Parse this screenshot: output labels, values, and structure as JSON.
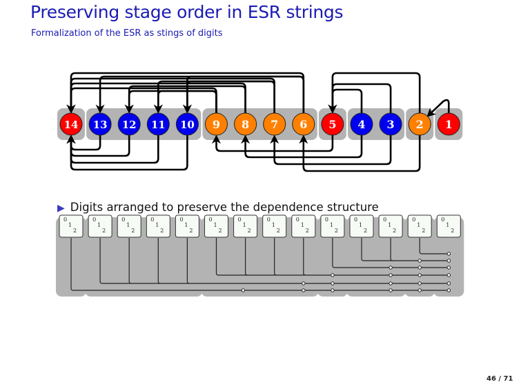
{
  "slide": {
    "title": "Preserving stage order in ESR strings",
    "subtitle": "Formalization of the ESR as stings of digits",
    "bullet": "Digits arranged to preserve the dependence structure",
    "bullet_icon": "triangle-right-icon",
    "page": "46 / 71"
  },
  "colors": {
    "title": "#1a1ab3",
    "red": "#ff0000",
    "blue": "#0000ee",
    "orange": "#ff8000",
    "group_bg": "#b3b3b3",
    "digit_box_bg": "#f7fbf5"
  },
  "stages": [
    {
      "label": "14",
      "color": "red"
    },
    {
      "label": "13",
      "color": "blue"
    },
    {
      "label": "12",
      "color": "blue"
    },
    {
      "label": "11",
      "color": "blue"
    },
    {
      "label": "10",
      "color": "blue"
    },
    {
      "label": "9",
      "color": "orange"
    },
    {
      "label": "8",
      "color": "orange"
    },
    {
      "label": "7",
      "color": "orange"
    },
    {
      "label": "6",
      "color": "orange"
    },
    {
      "label": "5",
      "color": "red"
    },
    {
      "label": "4",
      "color": "blue"
    },
    {
      "label": "3",
      "color": "blue"
    },
    {
      "label": "2",
      "color": "orange"
    },
    {
      "label": "1",
      "color": "red"
    }
  ],
  "groups": [
    [
      "14"
    ],
    [
      "13",
      "12",
      "11",
      "10"
    ],
    [
      "9",
      "8",
      "7",
      "6"
    ],
    [
      "5"
    ],
    [
      "4",
      "3"
    ],
    [
      "2"
    ],
    [
      "1"
    ]
  ],
  "top_edges": [
    {
      "from": "6",
      "to": "14"
    },
    {
      "from": "6",
      "to": "13"
    },
    {
      "from": "6",
      "to": "10"
    },
    {
      "from": "7",
      "to": "14"
    },
    {
      "from": "7",
      "to": "11"
    },
    {
      "from": "7",
      "to": "10"
    },
    {
      "from": "8",
      "to": "14"
    },
    {
      "from": "8",
      "to": "12"
    },
    {
      "from": "9",
      "to": "14"
    },
    {
      "from": "9",
      "to": "12"
    },
    {
      "from": "9",
      "to": "11"
    },
    {
      "from": "2",
      "to": "5"
    },
    {
      "from": "3",
      "to": "5"
    },
    {
      "from": "4",
      "to": "5"
    },
    {
      "from": "1",
      "to": "2"
    }
  ],
  "bottom_edges": [
    {
      "from": "13",
      "to": "14"
    },
    {
      "from": "12",
      "to": "14"
    },
    {
      "from": "11",
      "to": "14"
    },
    {
      "from": "10",
      "to": "14"
    },
    {
      "from": "5",
      "to": "9"
    },
    {
      "from": "4",
      "to": "8"
    },
    {
      "from": "3",
      "to": "7"
    },
    {
      "from": "2",
      "to": "6"
    }
  ],
  "digit_box": {
    "digits": [
      "0",
      "1",
      "2"
    ]
  }
}
